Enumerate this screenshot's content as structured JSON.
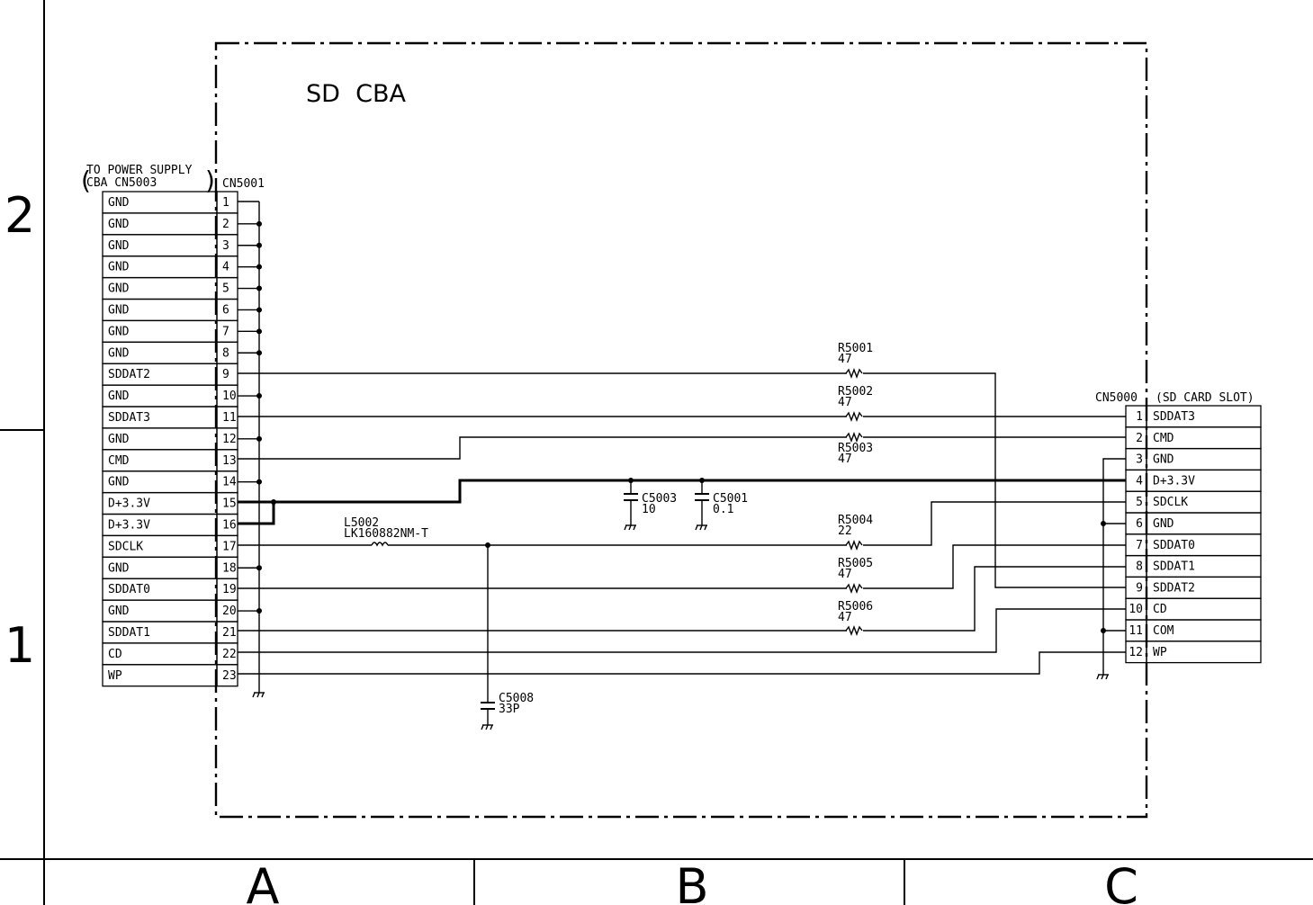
{
  "board_title": "SD  CBA",
  "grid": {
    "rows": [
      "2",
      "1"
    ],
    "columns": [
      "A",
      "B",
      "C"
    ]
  },
  "cn5001": {
    "ref": "CN5001",
    "destination_line1": "TO POWER SUPPLY",
    "destination_line2": "CBA CN5003",
    "pins": [
      {
        "num": "1",
        "name": "GND"
      },
      {
        "num": "2",
        "name": "GND"
      },
      {
        "num": "3",
        "name": "GND"
      },
      {
        "num": "4",
        "name": "GND"
      },
      {
        "num": "5",
        "name": "GND"
      },
      {
        "num": "6",
        "name": "GND"
      },
      {
        "num": "7",
        "name": "GND"
      },
      {
        "num": "8",
        "name": "GND"
      },
      {
        "num": "9",
        "name": "SDDAT2"
      },
      {
        "num": "10",
        "name": "GND"
      },
      {
        "num": "11",
        "name": "SDDAT3"
      },
      {
        "num": "12",
        "name": "GND"
      },
      {
        "num": "13",
        "name": "CMD"
      },
      {
        "num": "14",
        "name": "GND"
      },
      {
        "num": "15",
        "name": "D+3.3V"
      },
      {
        "num": "16",
        "name": "D+3.3V"
      },
      {
        "num": "17",
        "name": "SDCLK"
      },
      {
        "num": "18",
        "name": "GND"
      },
      {
        "num": "19",
        "name": "SDDAT0"
      },
      {
        "num": "20",
        "name": "GND"
      },
      {
        "num": "21",
        "name": "SDDAT1"
      },
      {
        "num": "22",
        "name": "CD"
      },
      {
        "num": "23",
        "name": "WP"
      }
    ]
  },
  "cn5000": {
    "ref": "CN5000",
    "destination": "(SD CARD SLOT)",
    "pins": [
      {
        "num": "1",
        "name": "SDDAT3"
      },
      {
        "num": "2",
        "name": "CMD"
      },
      {
        "num": "3",
        "name": "GND"
      },
      {
        "num": "4",
        "name": "D+3.3V"
      },
      {
        "num": "5",
        "name": "SDCLK"
      },
      {
        "num": "6",
        "name": "GND"
      },
      {
        "num": "7",
        "name": "SDDAT0"
      },
      {
        "num": "8",
        "name": "SDDAT1"
      },
      {
        "num": "9",
        "name": "SDDAT2"
      },
      {
        "num": "10",
        "name": "CD"
      },
      {
        "num": "11",
        "name": "COM"
      },
      {
        "num": "12",
        "name": "WP"
      }
    ]
  },
  "resistors": [
    {
      "ref": "R5001",
      "value": "47"
    },
    {
      "ref": "R5002",
      "value": "47"
    },
    {
      "ref": "R5003",
      "value": "47"
    },
    {
      "ref": "R5004",
      "value": "22"
    },
    {
      "ref": "R5005",
      "value": "47"
    },
    {
      "ref": "R5006",
      "value": "47"
    }
  ],
  "capacitors": [
    {
      "ref": "C5003",
      "value": "10"
    },
    {
      "ref": "C5001",
      "value": "0.1"
    },
    {
      "ref": "C5008",
      "value": "33P"
    }
  ],
  "inductor": {
    "ref": "L5002",
    "value": "LK160882NM-T"
  }
}
